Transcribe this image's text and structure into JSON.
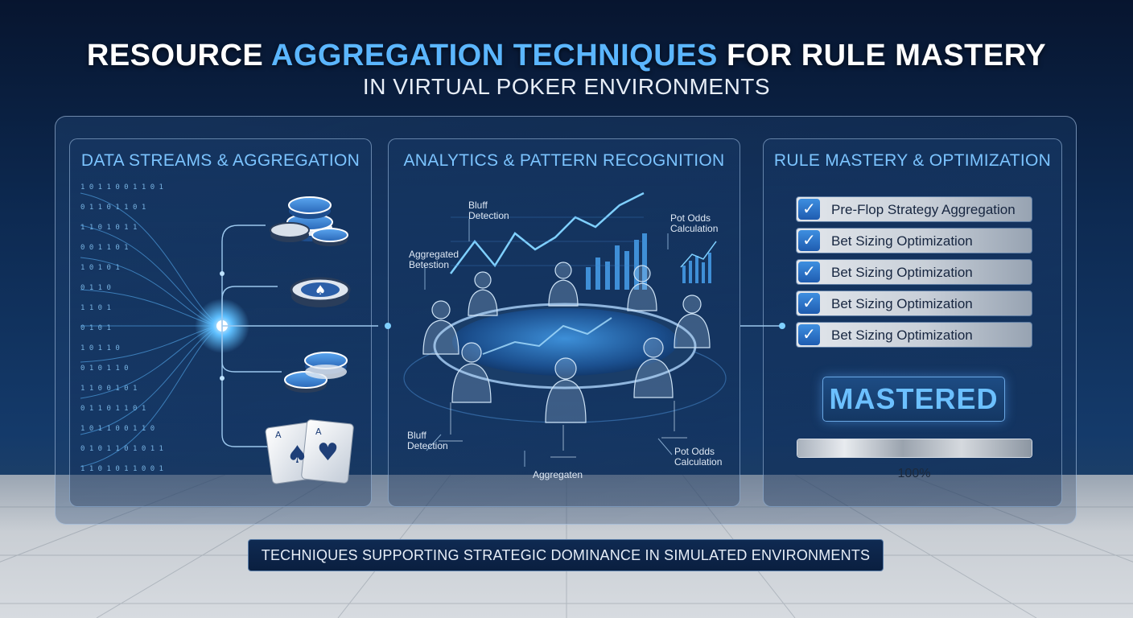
{
  "header": {
    "title_part1": "RESOURCE ",
    "title_highlight": "AGGREGATION TECHNIQUES",
    "title_part2": " FOR RULE MASTERY",
    "subtitle": "IN VIRTUAL POKER ENVIRONMENTS"
  },
  "panels": {
    "data_streams": {
      "title": "DATA STREAMS & AGGREGATION",
      "icons": [
        "poker-chip-stack-icon",
        "poker-chip-spade-icon",
        "poker-chip-pair-icon",
        "playing-cards-icon"
      ]
    },
    "analytics": {
      "title": "ANALYTICS & PATTERN RECOGNITION",
      "labels": {
        "bluff_top": "Bluff\nDetection",
        "aggregated_top": "Aggregated\nBetestion",
        "pot_odds_top": "Pot Odds\nCalculation",
        "bluff_bottom": "Bluff\nDetection",
        "pot_odds_bottom": "Pot Odds\nCalculation",
        "aggregaten": "Aggregaten"
      }
    },
    "mastery": {
      "title": "RULE MASTERY & OPTIMIZATION",
      "checklist": [
        "Pre-Flop Strategy Aggregation",
        "Bet Sizing Optimization",
        "Bet Sizing Optimization",
        "Bet Sizing Optimization",
        "Bet Sizing Optimization"
      ],
      "status": "MASTERED",
      "progress_value": 1.0,
      "progress_label": "100%"
    }
  },
  "footer": {
    "banner": "TECHNIQUES SUPPORTING STRATEGIC DOMINANCE IN SIMULATED ENVIRONMENTS"
  },
  "colors": {
    "accent": "#5bb6ff",
    "background_top": "#07152f",
    "panel_border": "#aac8eb",
    "check_blue": "#2f7ad0"
  }
}
